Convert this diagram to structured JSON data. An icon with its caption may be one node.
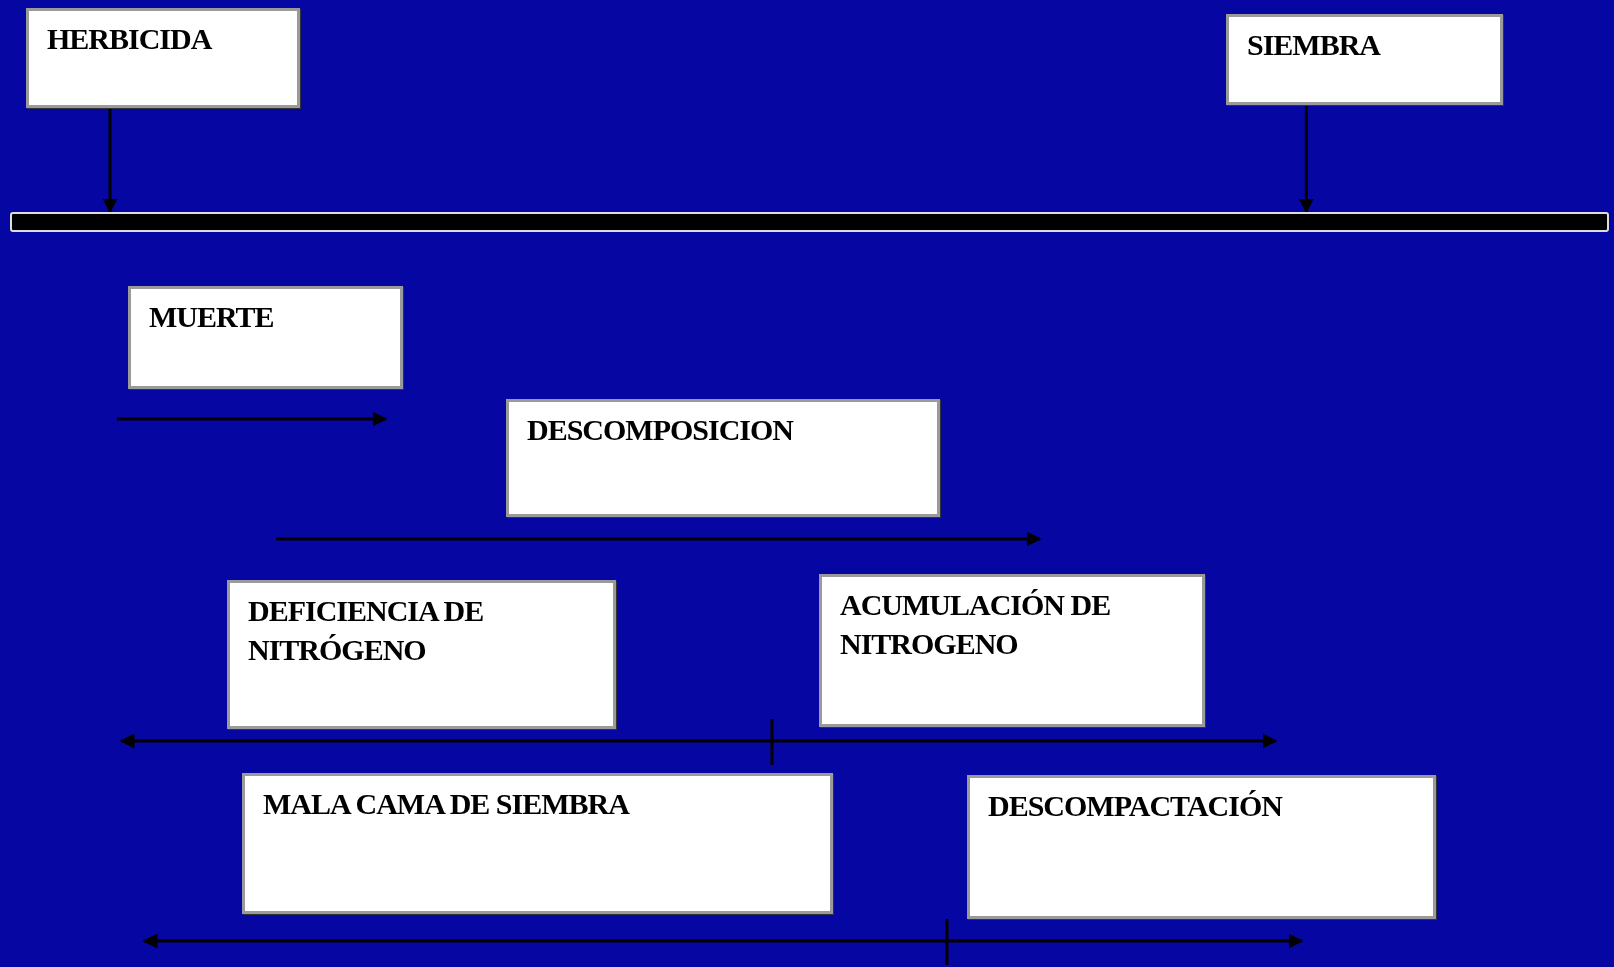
{
  "diagram": {
    "nodes": [
      {
        "text": [
          "HERBICIDA"
        ]
      },
      {
        "text": [
          "SIEMBRA"
        ]
      },
      {
        "text": [],
        "shape": "bar"
      },
      {
        "text": [
          "MUERTE"
        ]
      },
      {
        "text": [
          "DESCOMPOSICION"
        ]
      },
      {
        "text": [
          "DEFICIENCIA DE NITRÓGENO"
        ]
      },
      {
        "text": [
          "ACUMULACIÓN DE NITROGENO"
        ]
      },
      {
        "text": [
          "MALA CAMA DE SIEMBRA"
        ]
      },
      {
        "text": [
          "DESCOMPACTACIÓN"
        ]
      }
    ],
    "edges": [
      {
        "from": 0,
        "to": 2,
        "arrow": "to"
      },
      {
        "from": 1,
        "to": 2,
        "arrow": "to"
      }
    ]
  }
}
